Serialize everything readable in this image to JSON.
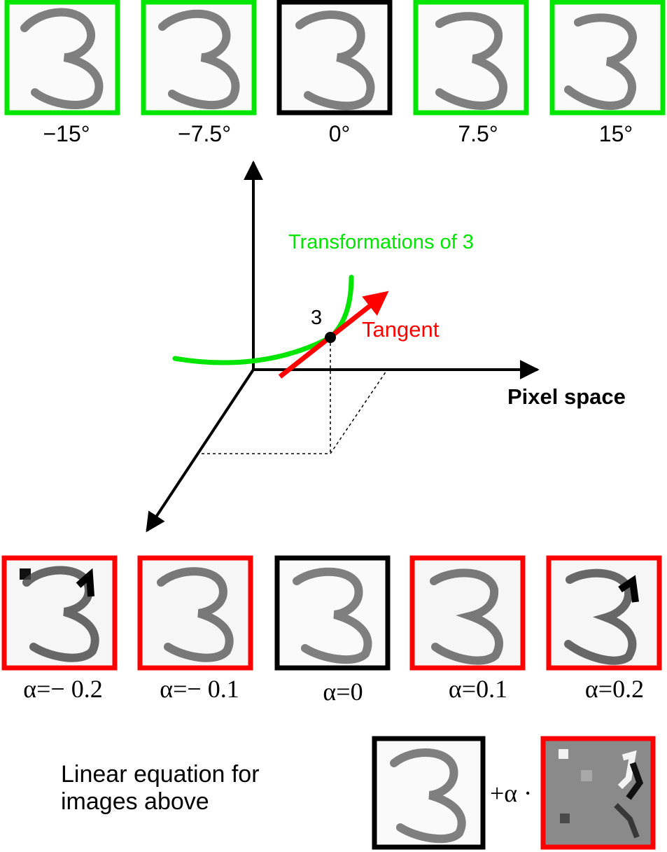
{
  "colors": {
    "rotation_frame": "#00e600",
    "tangent_frame": "#ff0000",
    "original_frame": "#000000",
    "transform_curve": "#00e600",
    "tangent_vector": "#ff0000",
    "axes": "#000000"
  },
  "rotation_row": {
    "labels": [
      "−15°",
      "−7.5°",
      "0°",
      "7.5°",
      "15°"
    ]
  },
  "diagram": {
    "curve_label": "Transformations of 3",
    "point_label": "3",
    "tangent_label": "Tangent",
    "axis_label": "Pixel space"
  },
  "tangent_row": {
    "labels": [
      "α=− 0.2",
      "α=− 0.1",
      "α=0",
      "α=0.1",
      "α=0.2"
    ]
  },
  "equation": {
    "caption_line1": "Linear equation for",
    "caption_line2": "images above",
    "operator": "+α ·"
  }
}
